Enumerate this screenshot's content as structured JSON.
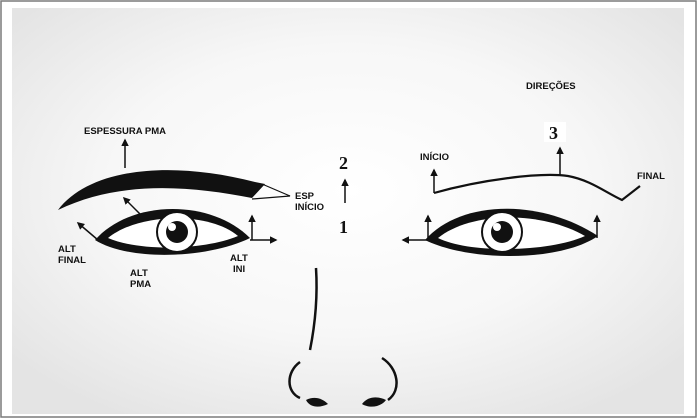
{
  "labels": {
    "direcoes": "DIREÇÕES",
    "espessura_pma": "ESPESSURA PMA",
    "esp": "ESP",
    "inicio_left": "INÍCIO",
    "alt_final_1": "ALT",
    "alt_final_2": "FINAL",
    "alt_pma_1": "ALT",
    "alt_pma_2": "PMA",
    "alt_ini_1": "ALT",
    "alt_ini_2": "INI",
    "inicio_right": "INÍCIO",
    "final_right": "FINAL"
  },
  "numbers": {
    "n1": "1",
    "n2": "2",
    "n3": "3"
  },
  "colors": {
    "frame": "#7a7a7a",
    "background": "#eeeeee",
    "ink": "#111111"
  }
}
